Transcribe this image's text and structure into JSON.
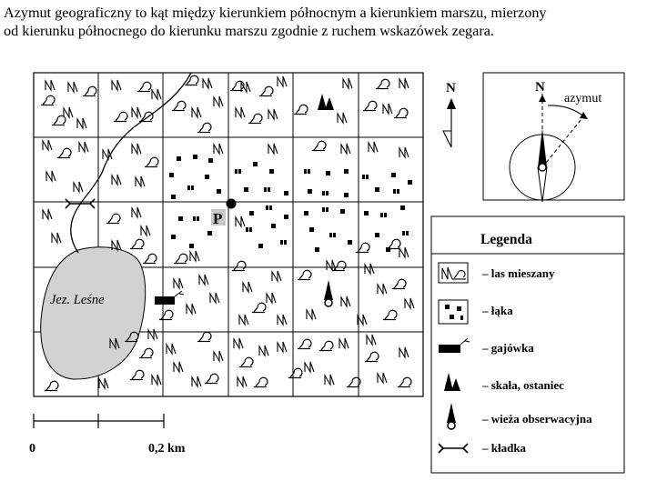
{
  "intro": {
    "line1": "Azymut geograficzny to kąt między kierunkiem północnym a kierunkiem marszu, mierzony",
    "line2": "od kierunku północnego do kierunku marszu zgodnie z ruchem wskazówek zegara."
  },
  "map": {
    "lake_label": "Jez. Leśne",
    "point_label": "P"
  },
  "north_arrow": {
    "label": "N"
  },
  "azimuth_diagram": {
    "north_label": "N",
    "azimuth_label": "azymut"
  },
  "scale": {
    "start_label": "0",
    "end_label": "0,2 km"
  },
  "legend": {
    "title": "Legenda",
    "items": [
      {
        "symbol": "mixed-forest-symbol",
        "label": "– las mieszany"
      },
      {
        "symbol": "meadow-symbol",
        "label": "– łąka"
      },
      {
        "symbol": "forester-lodge-symbol",
        "label": "– gajówka"
      },
      {
        "symbol": "rock-outlier-symbol",
        "label": "– skała, ostaniec"
      },
      {
        "symbol": "observation-tower-symbol",
        "label": "– wieża obserwacyjna"
      },
      {
        "symbol": "footbridge-symbol",
        "label": "– kładka"
      }
    ]
  }
}
